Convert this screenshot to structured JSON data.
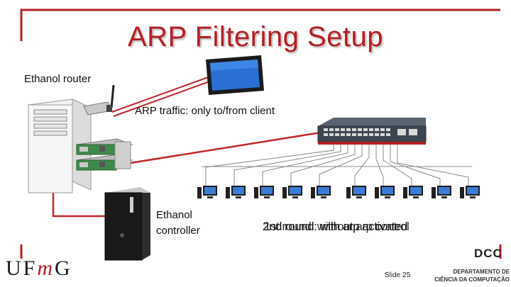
{
  "title": "ARP Filtering Setup",
  "labels": {
    "router": "Ethanol router",
    "arp_traffic": "ARP traffic: only to/from client",
    "controller_line1": "Ethanol",
    "controller_line2": "controller",
    "round_overlap_a": "2nd round: with arp activated",
    "round_overlap_b": "1st round: without arp control",
    "slide": "Slide 25"
  },
  "logos": {
    "ufmg_u": "U",
    "ufmg_f": "F",
    "ufmg_m": "m",
    "ufmg_g": "G",
    "dcc": "DCC",
    "dept_line1": "DEPARTAMENTO DE",
    "dept_line2": "CIÊNCIA DA COMPUTAÇÃO"
  },
  "colors": {
    "accent": "#b52025",
    "cable": "#c0282d",
    "switch_body": "#3c4550"
  }
}
